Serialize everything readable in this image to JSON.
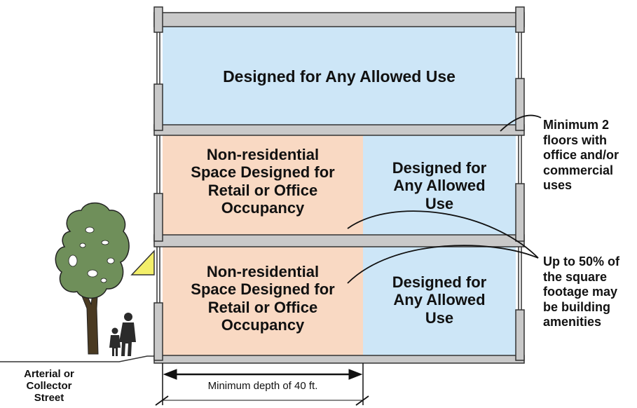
{
  "labels": {
    "top_floor": "Designed for Any Allowed Use",
    "floor2_left": "Non-residential\nSpace Designed for\nRetail or Office\nOccupancy",
    "floor2_right": "Designed for\nAny Allowed\nUse",
    "floor1_left": "Non-residential\nSpace Designed for\nRetail or Office\nOccupancy",
    "floor1_right": "Designed for\nAny Allowed\nUse",
    "note_min_floors": "Minimum 2\nfloors with\noffice and/or\ncommercial\nuses",
    "note_amenities": "Up to 50% of\nthe square\nfootage may\nbe building\namenities",
    "street": "Arterial or\nCollector\nStreet",
    "depth": "Minimum depth of 40 ft."
  },
  "colors": {
    "blue_fill": "#cde6f7",
    "peach_fill": "#f9d9c3",
    "slab": "#c9c9c9",
    "outline": "#333333",
    "awning": "#f3ef6a",
    "tree": "#6f8f5a",
    "trunk": "#4a3a22",
    "people": "#2b2b2b"
  }
}
